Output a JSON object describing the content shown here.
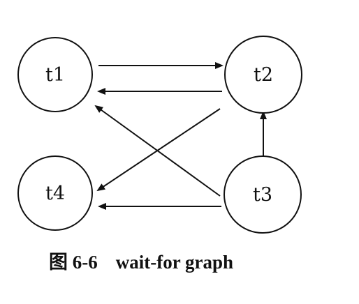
{
  "graph": {
    "nodes": [
      {
        "id": "t1",
        "label": "t1"
      },
      {
        "id": "t2",
        "label": "t2"
      },
      {
        "id": "t4",
        "label": "t4"
      },
      {
        "id": "t3",
        "label": "t3"
      }
    ],
    "edges": [
      {
        "from": "t1",
        "to": "t2"
      },
      {
        "from": "t2",
        "to": "t1"
      },
      {
        "from": "t2",
        "to": "t4"
      },
      {
        "from": "t3",
        "to": "t1"
      },
      {
        "from": "t3",
        "to": "t4"
      },
      {
        "from": "t3",
        "to": "t2"
      }
    ]
  },
  "caption": {
    "figure_label": "图 6-6",
    "title": "wait-for graph"
  }
}
